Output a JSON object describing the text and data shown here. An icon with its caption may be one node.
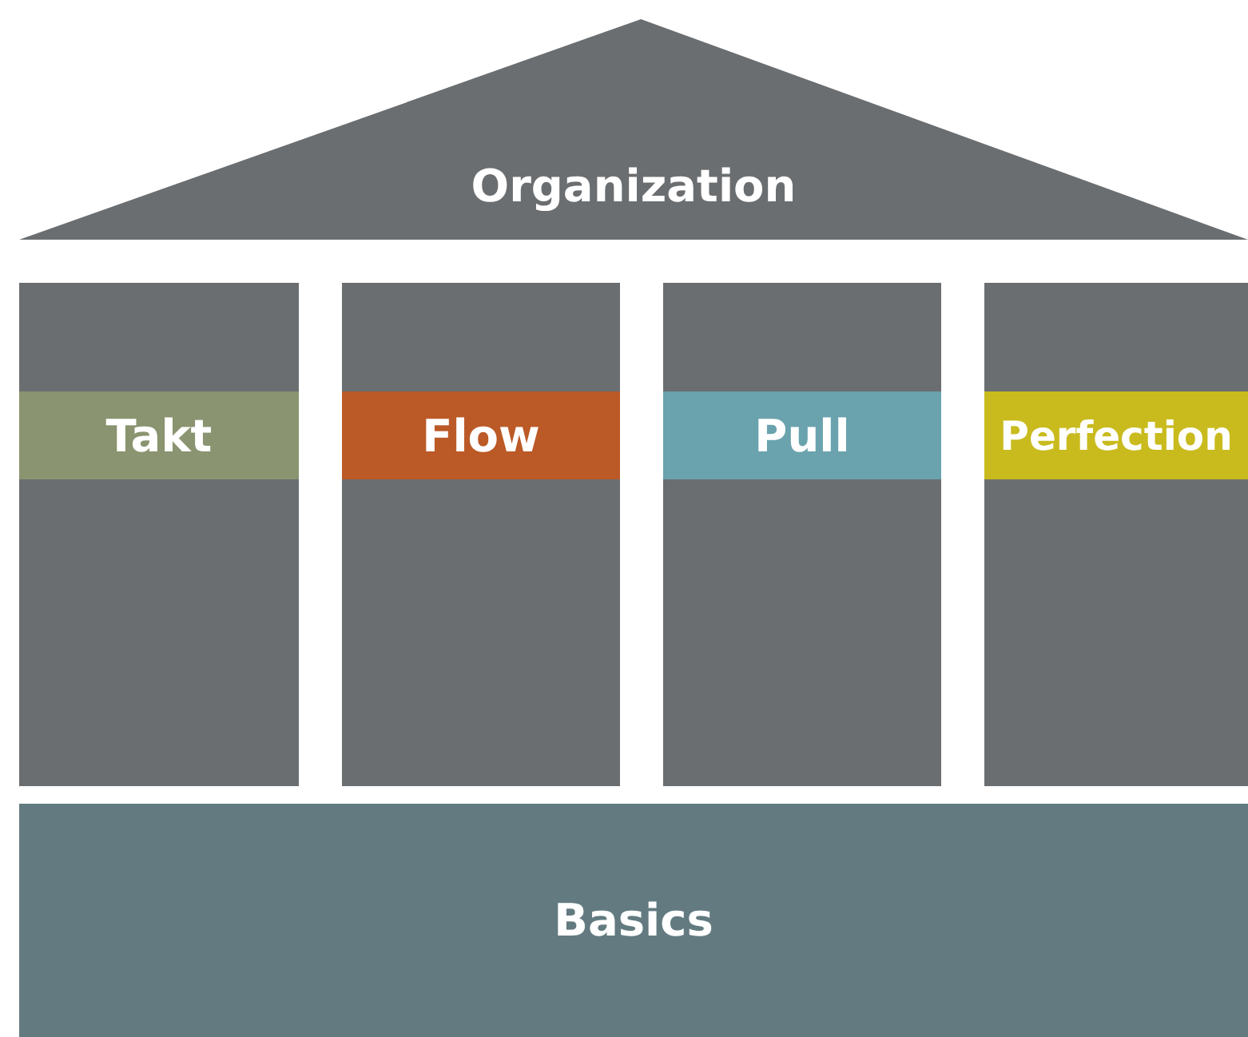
{
  "diagram": {
    "nodes": [
      {
        "text": [
          "Organization"
        ]
      },
      {
        "text": [],
        "shape": "box"
      },
      {
        "text": [
          "Takt"
        ],
        "in": 1
      },
      {
        "text": [],
        "shape": "box"
      },
      {
        "text": [
          "Flow"
        ],
        "in": 3
      },
      {
        "text": [],
        "shape": "box"
      },
      {
        "text": [
          "Pull"
        ],
        "in": 5
      },
      {
        "text": [],
        "shape": "box"
      },
      {
        "text": [
          "Perfection"
        ],
        "in": 7
      },
      {
        "text": [
          "Basics"
        ]
      }
    ],
    "edges": []
  }
}
